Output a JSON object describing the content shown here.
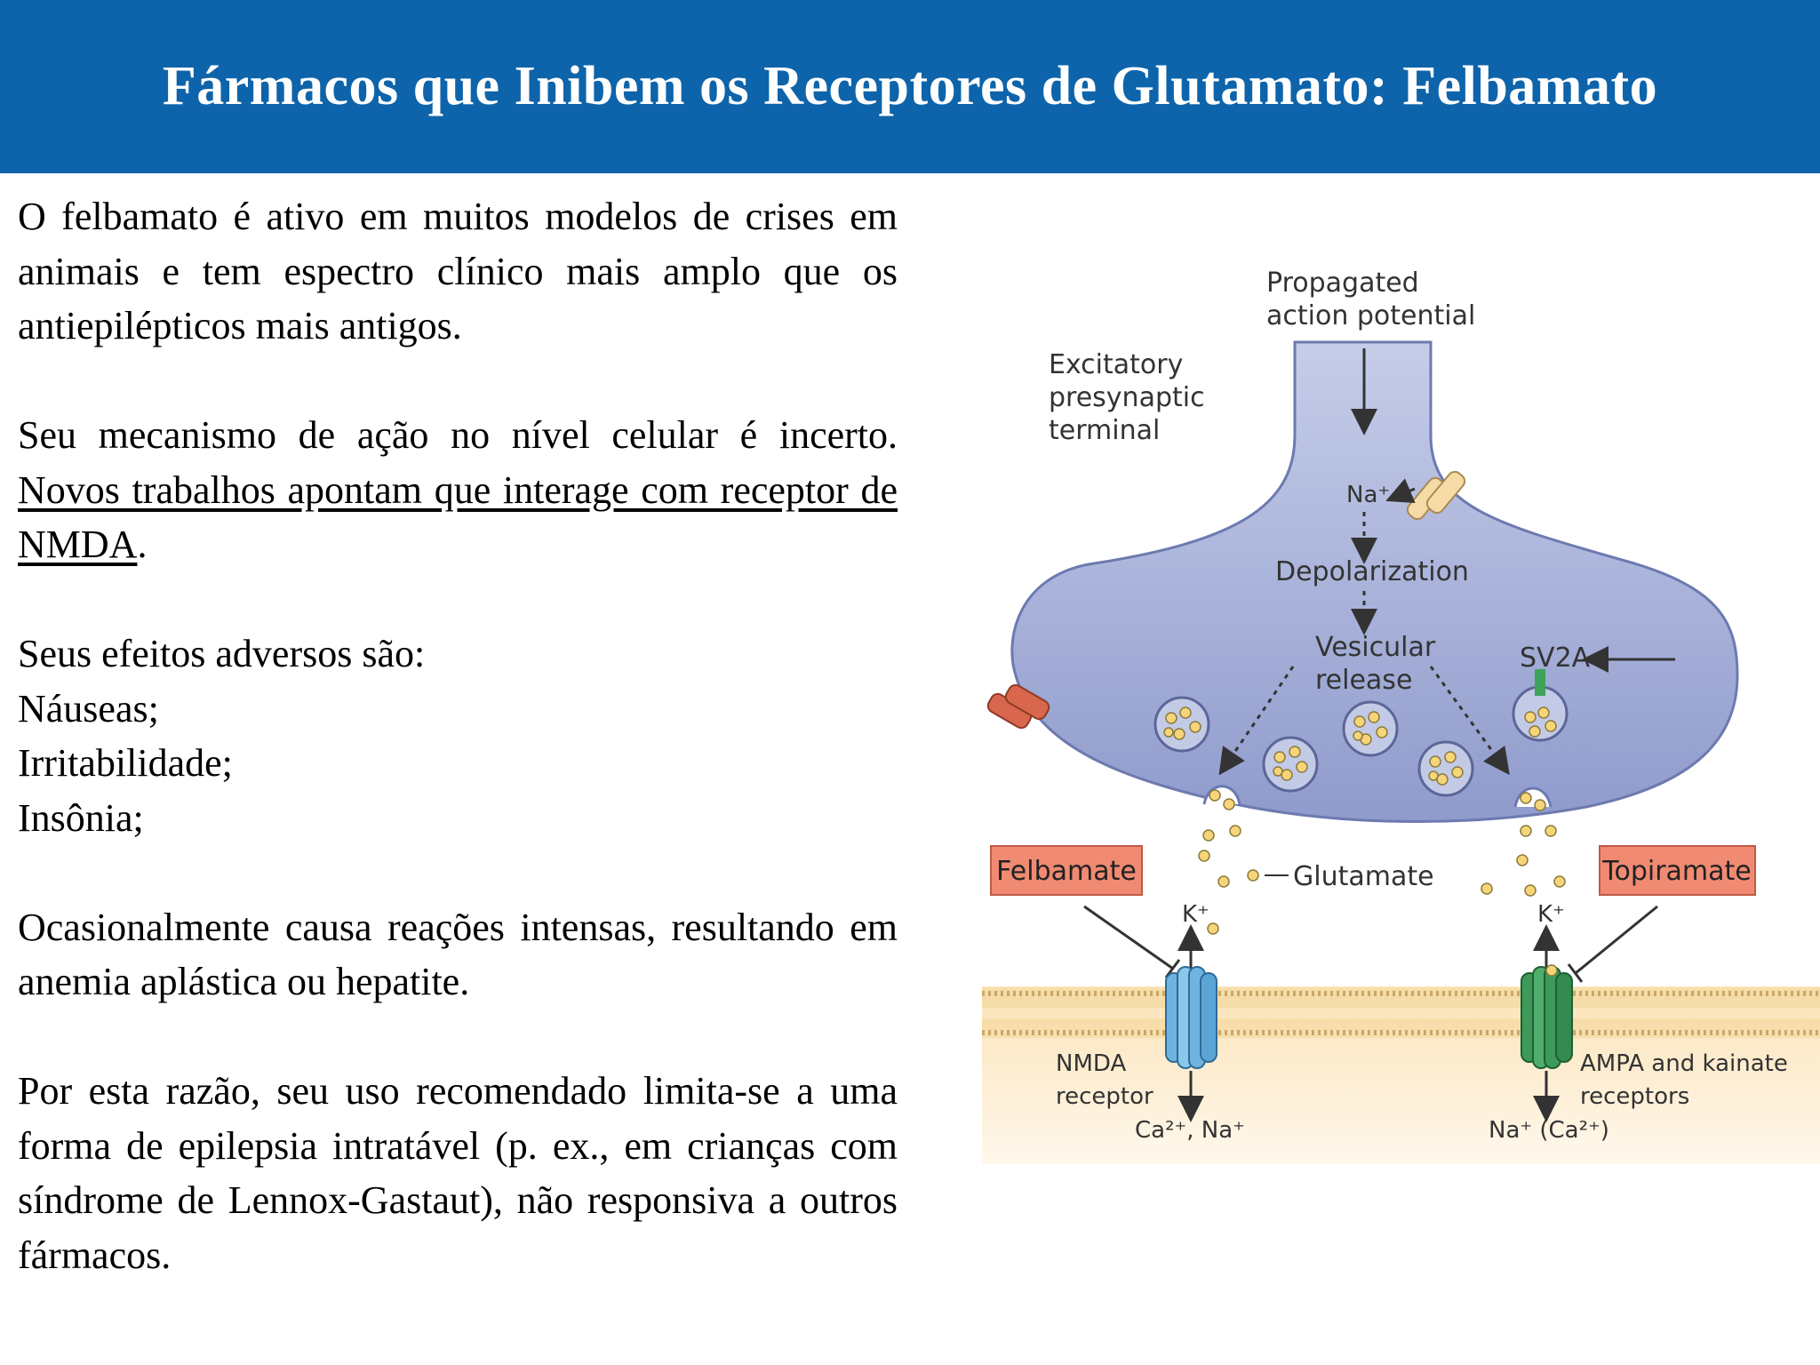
{
  "title": "Fármacos que Inibem os Receptores de Glutamato: Felbamato",
  "paragraphs": {
    "p1": "O felbamato é ativo em muitos modelos de crises em animais e tem espectro clínico mais amplo que os antiepilépticos mais antigos.",
    "p2_plain": "Seu mecanismo de ação no nível celular é incerto. ",
    "p2_underlined": "Novos trabalhos apontam que interage com receptor de NMDA",
    "p2_end": ".",
    "p3_heading": "Seus efeitos adversos são:",
    "p3_items": [
      "Náuseas;",
      "Irritabilidade;",
      "Insônia;"
    ],
    "p4": "Ocasionalmente causa reações intensas, resultando em anemia aplástica ou hepatite.",
    "p5": "Por esta razão, seu uso recomendado limita-se a uma forma de epilepsia intratável (p. ex., em crianças com síndrome de Lennox-Gastaut), não responsiva a outros fármacos."
  },
  "figure": {
    "propagated_1": "Propagated",
    "propagated_2": "action potential",
    "excitatory_1": "Excitatory",
    "excitatory_2": "presynaptic",
    "excitatory_3": "terminal",
    "na": "Na⁺",
    "depolarization": "Depolarization",
    "vesicular_1": "Vesicular",
    "vesicular_2": "release",
    "sv2a": "SV2A",
    "felbamate": "Felbamate",
    "topiramate": "Topiramate",
    "glutamate": "Glutamate",
    "k_left": "K⁺",
    "k_right": "K⁺",
    "nmda_1": "NMDA",
    "nmda_2": "receptor",
    "ampa_1": "AMPA and kainate",
    "ampa_2": "receptors",
    "ions_left": "Ca²⁺, Na⁺",
    "ions_right": "Na⁺ (Ca²⁺)",
    "colors": {
      "terminal": "#a9b4d8",
      "membrane": "#fbe8c4",
      "nmda": "#6fb4e0",
      "ampa": "#3d9a5a",
      "drug_box": "#f08a72"
    }
  }
}
